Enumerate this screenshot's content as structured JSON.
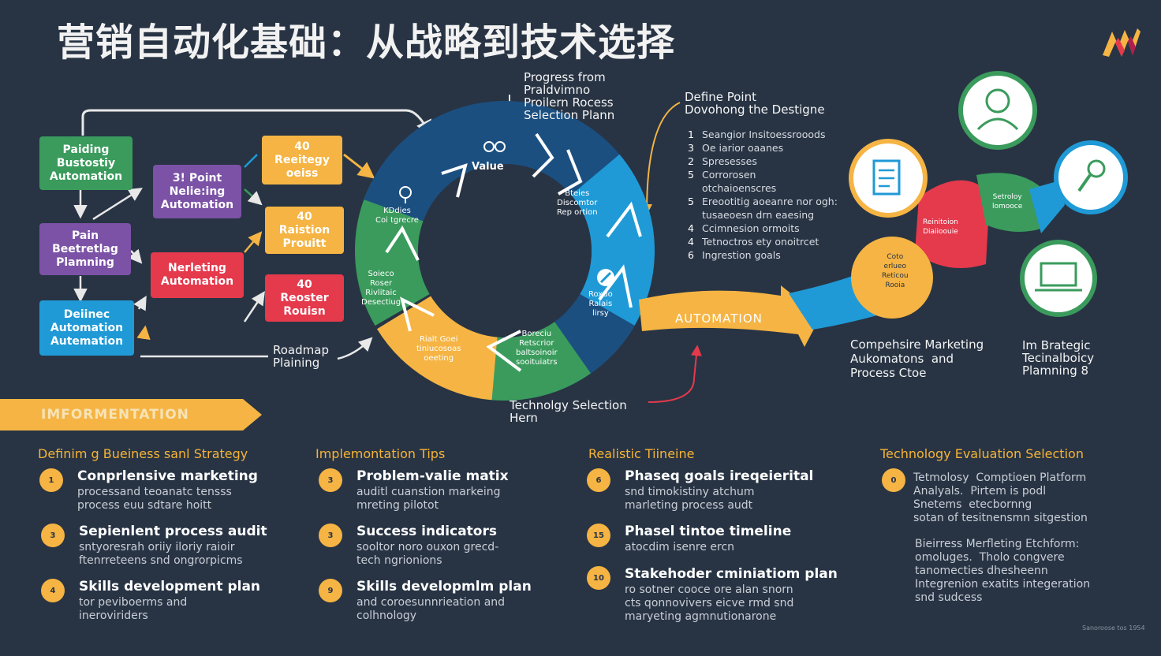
{
  "title": "营销自动化基础：从战略到技术选择",
  "logo": {
    "icon": "brand-m-logo-icon",
    "colors": [
      "#f5b443",
      "#e5394c",
      "#b01e4d"
    ]
  },
  "left_boxes": [
    {
      "text": "Paiding\nBustostiy\nAutomation",
      "color": "#3a9b5c"
    },
    {
      "text": "Pain\nBeetretlag\nPlamning",
      "color": "#7b52a6"
    },
    {
      "text": "Deiinec\nAutomation\nAutemation",
      "color": "#1f9ad6"
    }
  ],
  "mid_boxes": [
    {
      "text": "3! Point\nNelie:ing\nAutomation",
      "color": "#7b52a6"
    },
    {
      "text": "Nerleting\nAutomation",
      "color": "#e5394c"
    }
  ],
  "right_boxes": [
    {
      "text": "40\nReeitegy\noeiss",
      "color": "#f5b443"
    },
    {
      "text": "40\nRaistion\nProuitt",
      "color": "#f5b443"
    },
    {
      "text": "40\nReoster\nRouisn",
      "color": "#e5394c"
    }
  ],
  "roadmap_label": "Roadmap\nPlaining",
  "ring": {
    "center_label": "Value",
    "segments": [
      "Bteies\nDiscomtor\nRep ortion",
      "KDdies\nCoi tgrecre",
      "Soieco\nRoser\nRivlitaic\nDesectiug",
      "Rialt Goei\ntiniucosoas\noeeting",
      "Boreciu\nRetscrior\nbaltsoinoir\nsooituiatrs",
      "Roxuo\nRalais\nlirsy"
    ],
    "colors": [
      "#1b4f80",
      "#1f9ad6",
      "#3a9b5c",
      "#f5b443",
      "#1b4f80"
    ]
  },
  "progress_label": "Progress from\nPraldvimno\nProilern Rocess\nSelection Plann",
  "define_label": "Define Point\nDovohong the Destigne",
  "numbered_list": [
    {
      "n": "1",
      "text": "Seangior Insitoessrooods"
    },
    {
      "n": "3",
      "text": "Oe iarior oaanes"
    },
    {
      "n": "2",
      "text": "Spresesses"
    },
    {
      "n": "5",
      "text": "Corrorosen"
    },
    {
      "n": "",
      "text": "otchaioenscres"
    },
    {
      "n": "5",
      "text": "Ereootitig aoeanre nor ogh:"
    },
    {
      "n": "",
      "text": "tusaeoesn drn eaesing"
    },
    {
      "n": "4",
      "text": "Ccimnesion ormoits"
    },
    {
      "n": "4",
      "text": "Tetnoctros ety onoitrcet"
    },
    {
      "n": "6",
      "text": "Ingrestion goals"
    }
  ],
  "automation_arrow_label": "AUTOMATION",
  "tech_selection_label": "Technolgy Selection\nHern",
  "right_cluster": {
    "segments": [
      {
        "text": "Reinitoion\nDiaiioouie",
        "color": "#e5394c"
      },
      {
        "text": "Setroloy\nlomooce",
        "color": "#3a9b5c"
      },
      {
        "text": "Coto\nerlueo\nReticou\nRooia",
        "color": "#f5b443"
      }
    ],
    "icons": [
      "person-icon",
      "checklist-icon",
      "tools-icon",
      "laptop-icon"
    ],
    "icon_colors": [
      "#3a9b5c",
      "#f5b443",
      "#1f9ad6",
      "#3a9b5c"
    ]
  },
  "caption_left": "Compehsire Marketing\nAukomatons  and\nProcess Ctoe",
  "caption_right": "Im Brategic\nTecinalboicy\nPlamning 8",
  "banner": "IMFORMENTATION",
  "columns": [
    {
      "heading": "Definim g Bueiness sanl Strategy",
      "items": [
        {
          "num": "1",
          "title": "Conprlensive marketing",
          "desc": "processand teoanatc tensss\nprocess euu sdtare hoitt"
        },
        {
          "num": "3",
          "title": "Sepienlent process audit",
          "desc": "sntyoresrah oriiy iloriy raioir\nftenrreteens snd ongrorpicms"
        },
        {
          "num": "4",
          "title": "Skills development plan",
          "desc": "tor peviboerms and\nineroviriders"
        }
      ]
    },
    {
      "heading": "Implemontation Tips",
      "items": [
        {
          "num": "3",
          "title": "Problem-valie matix",
          "desc": "auditl cuanstion markeing\nmreting pilotot"
        },
        {
          "num": "3",
          "title": "Success indicators",
          "desc": "sooltor noro ouxon grecd-\ntech ngrionions"
        },
        {
          "num": "9",
          "title": "Skills developmlm plan",
          "desc": "and coroesunnrieation and\ncolhnology"
        }
      ]
    },
    {
      "heading": "Realistic Tiineine",
      "items": [
        {
          "num": "6",
          "title": "Phaseq goals ireqeierital",
          "desc": "snd timokistiny atchum\nmarleting process audt"
        },
        {
          "num": "15",
          "title": "Phasel tintoe timeline",
          "desc": "atocdim isenre ercn"
        },
        {
          "num": "10",
          "title": "Stakehoder cminiatiom plan",
          "desc": "ro sotner cooce ore alan snorn\ncts qonnovivers eicve rmd snd\nmaryeting agmnutionarone"
        }
      ]
    },
    {
      "heading": "Technology Evaluation Selection",
      "items": [
        {
          "num": "0",
          "title": "",
          "desc": "Tetmolosy  Comptioen Platform\nAnalyals.  Pirtem is podl\nSnetems  etecbornng\nsotan of tesitnensmn sitgestion"
        }
      ],
      "extra": "Bieirress Merfleting Etchform:\nomoluges.  Tholo congvere\ntanomecties dhesheenn\nIntegrenion exatits integeration\nsnd sudcess"
    }
  ],
  "credit": "Sanoroose tos 1954"
}
